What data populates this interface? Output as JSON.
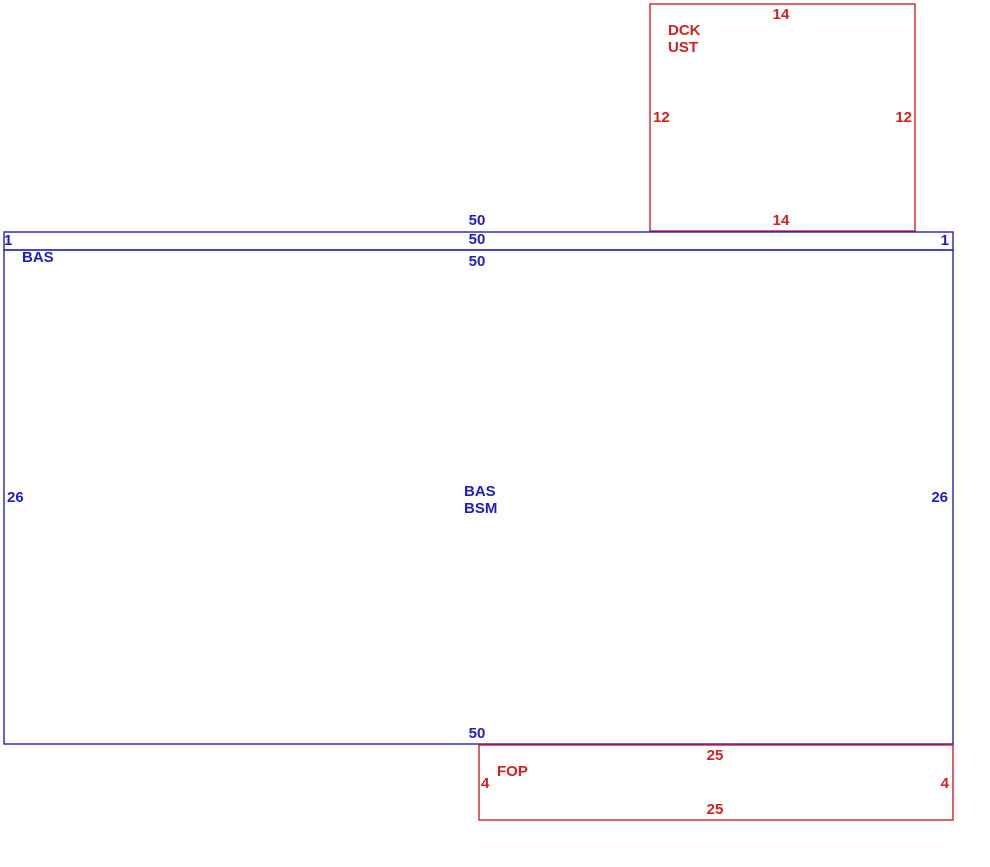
{
  "sketch": {
    "colors": {
      "main_structure": "#1f1fbf",
      "additions": "#d42020",
      "background": "#ffffff"
    },
    "deck": {
      "labels": [
        "DCK",
        "UST"
      ],
      "top": "14",
      "bottom": "14",
      "left": "12",
      "right": "12"
    },
    "strip": {
      "top": "50",
      "middle": "50",
      "left": "1",
      "right": "1",
      "name": "BAS"
    },
    "main": {
      "top": "50",
      "bottom": "50",
      "left": "26",
      "right": "26",
      "labels": [
        "BAS",
        "BSM"
      ]
    },
    "porch": {
      "label": "FOP",
      "top": "25",
      "bottom": "25",
      "left": "4",
      "right": "4"
    }
  }
}
